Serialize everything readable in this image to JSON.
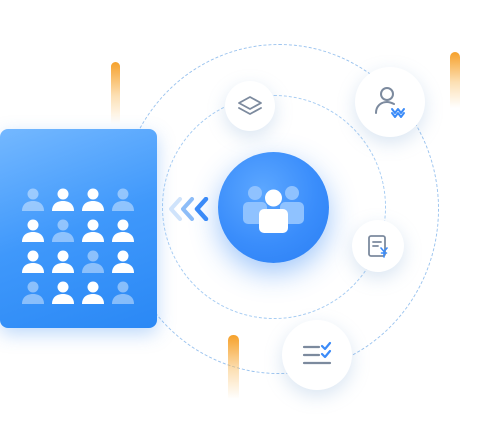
{
  "illustration": {
    "card": {
      "icon": "user-grid-icon",
      "color_top": "#74b8ff",
      "color_bottom": "#2a88f5",
      "people": [
        {
          "tone": "dim"
        },
        {
          "tone": "bright"
        },
        {
          "tone": "bright"
        },
        {
          "tone": "dim"
        },
        {
          "tone": "bright"
        },
        {
          "tone": "dim"
        },
        {
          "tone": "bright"
        },
        {
          "tone": "bright"
        },
        {
          "tone": "bright"
        },
        {
          "tone": "bright"
        },
        {
          "tone": "dim"
        },
        {
          "tone": "bright"
        },
        {
          "tone": "dim"
        },
        {
          "tone": "bright"
        },
        {
          "tone": "bright"
        },
        {
          "tone": "dim"
        }
      ]
    },
    "hub": {
      "icon": "user-group-icon",
      "color": "#3a8dfb"
    },
    "chevrons": {
      "icon": "chevron-left-triple-icon",
      "color": "#3b8bf8"
    },
    "badges": [
      {
        "name": "layers-icon"
      },
      {
        "name": "user-payment-icon"
      },
      {
        "name": "invoice-yen-icon"
      },
      {
        "name": "task-list-icon"
      }
    ],
    "accent_orange": "#f6a12b",
    "ring_color": "#9cc4ef"
  }
}
